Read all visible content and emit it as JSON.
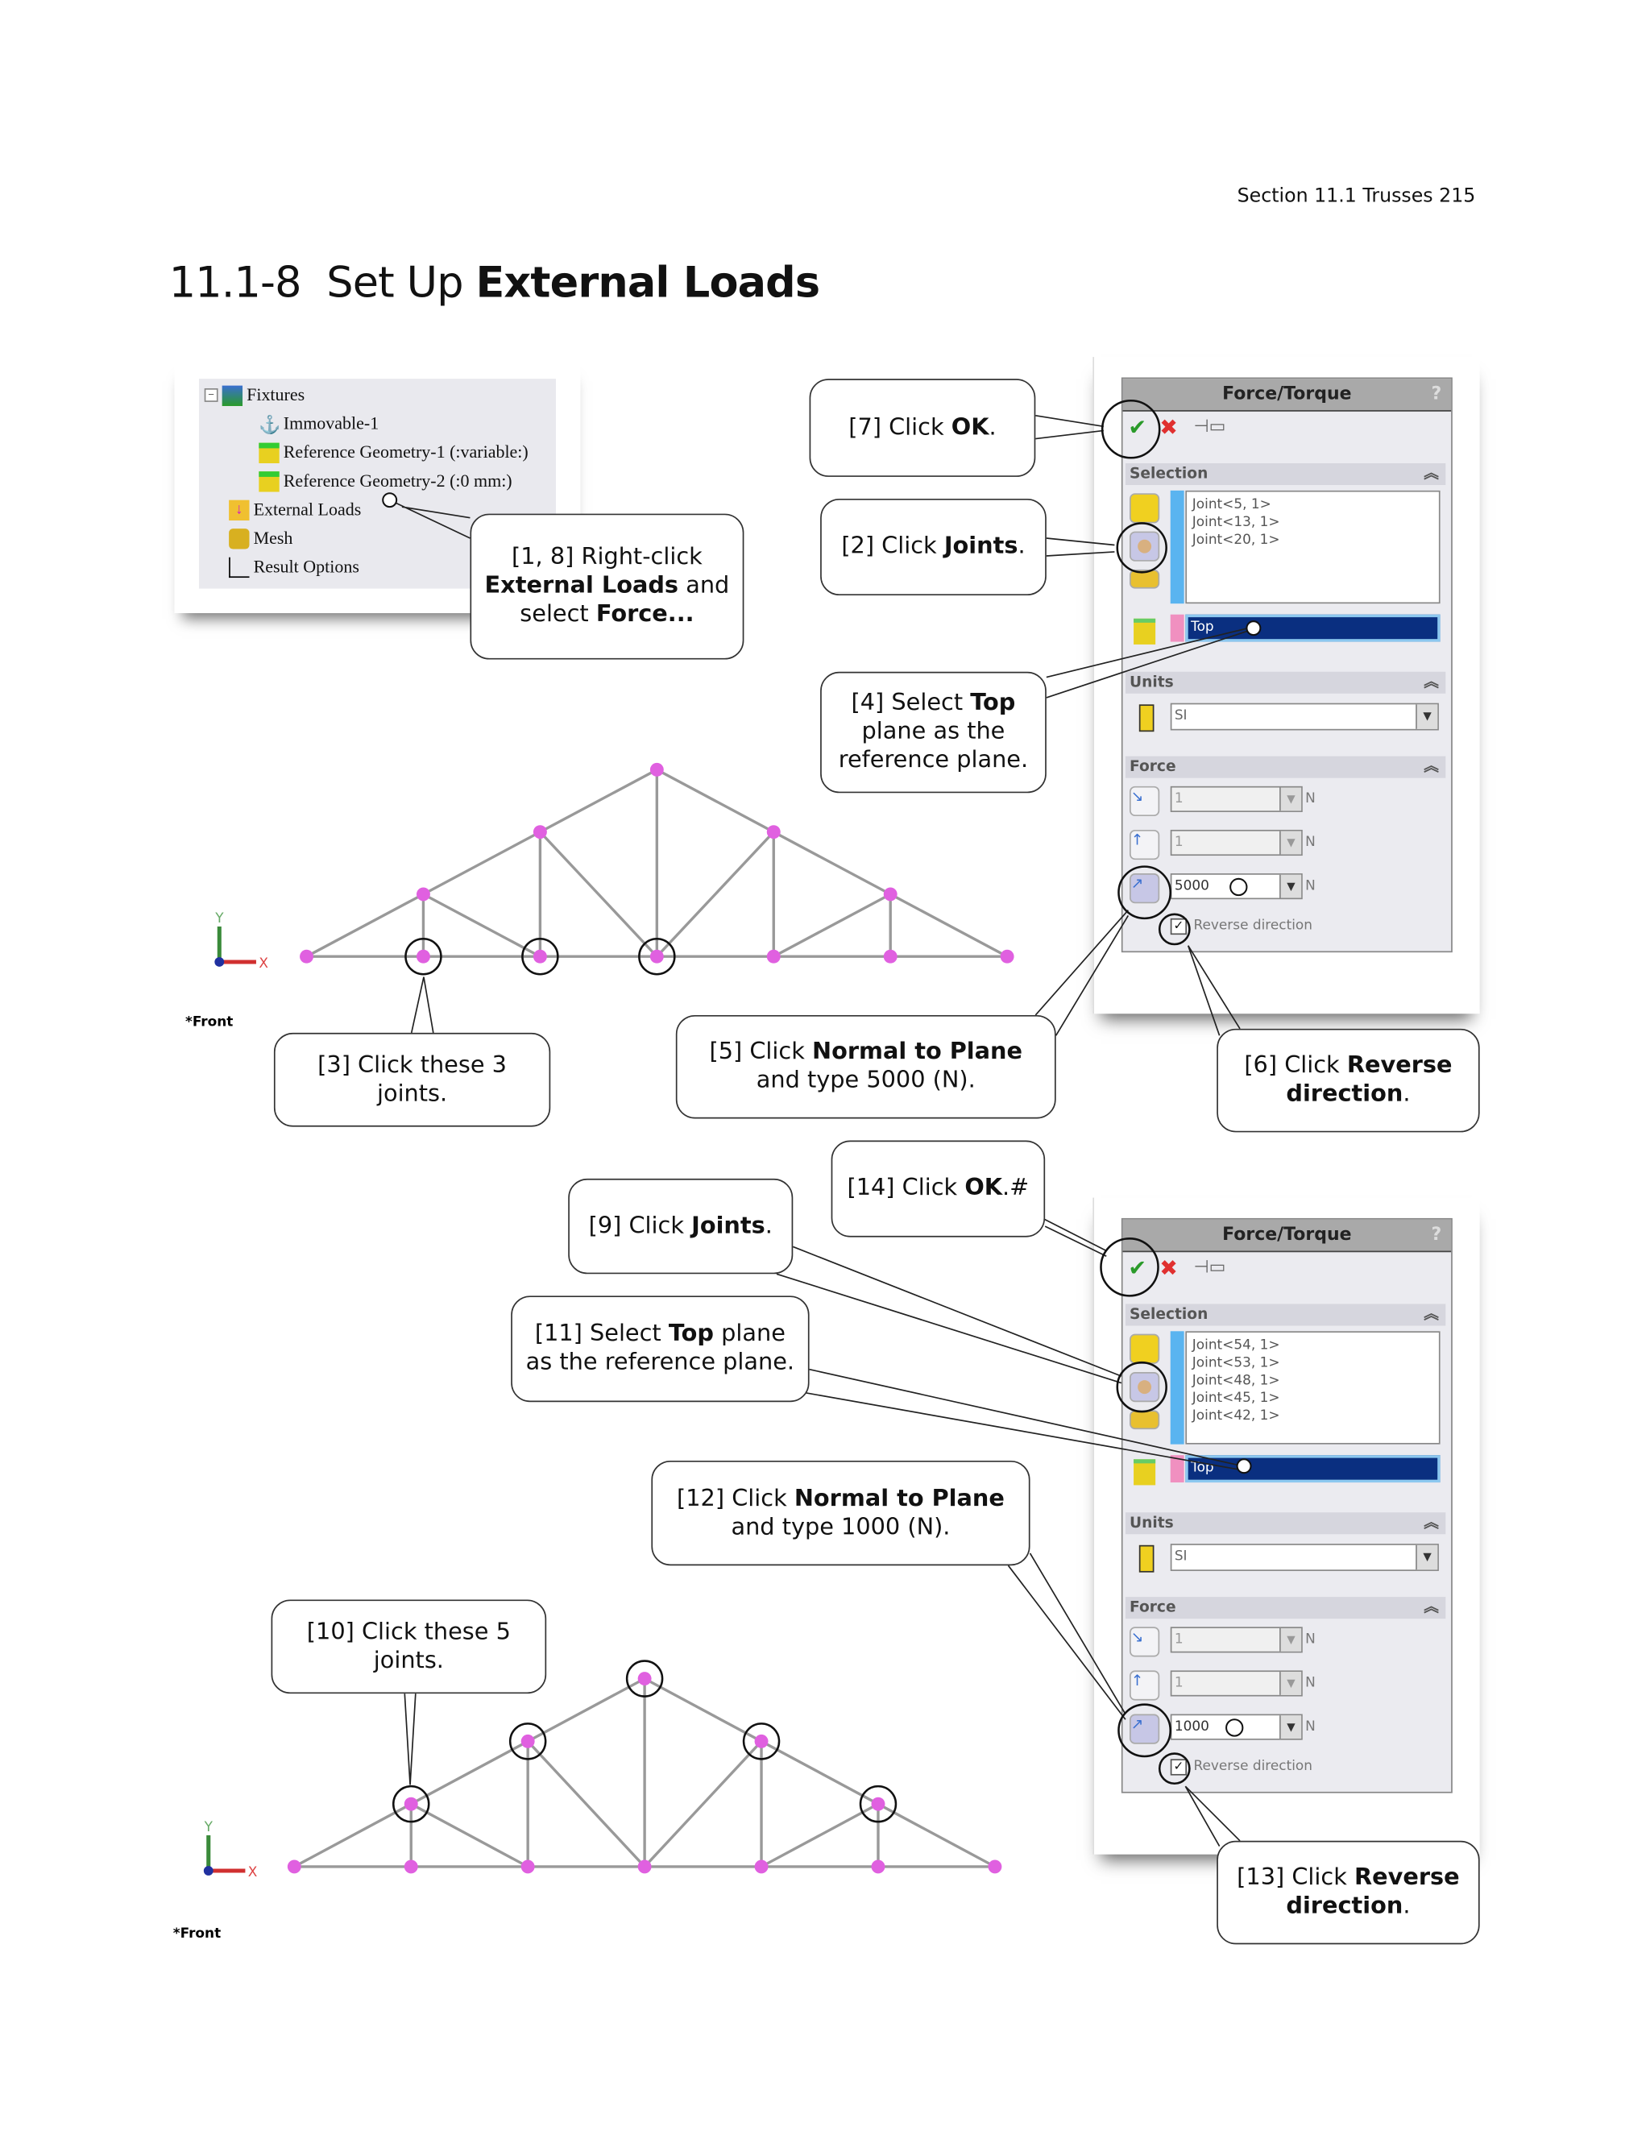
{
  "header": {
    "running_head": "Section 11.1  Trusses   215"
  },
  "section": {
    "number": "11.1-8",
    "title_plain": "Set Up ",
    "title_bold": "External Loads"
  },
  "tree": {
    "items": [
      "Fixtures",
      "Immovable-1",
      "Reference Geometry-1 (:variable:)",
      "Reference Geometry-2 (:0 mm:)",
      "External Loads",
      "Mesh",
      "Result Options"
    ]
  },
  "callouts": {
    "c1": {
      "l1": "[1, 8] Right-click",
      "l2b": "External Loads",
      "l2": " and",
      "l3": "select ",
      "l3b": "Force..."
    },
    "c7": {
      "pre": "[7] Click ",
      "b": "OK",
      "post": "."
    },
    "c2": {
      "pre": "[2] Click ",
      "b": "Joints",
      "post": "."
    },
    "c4": {
      "pre": "[4] Select ",
      "b": "Top",
      "post": "plane as the reference plane."
    },
    "c3": {
      "text": "[3] Click these 3 joints."
    },
    "c5": {
      "pre": "[5] Click ",
      "b": "Normal to Plane",
      "post": "and type 5000 (N)."
    },
    "c6": {
      "pre": "[6] Click ",
      "b": "Reverse direction",
      "post": "."
    },
    "c14": {
      "pre": "[14] Click ",
      "b": "OK",
      "post": ".#"
    },
    "c9": {
      "pre": "[9] Click ",
      "b": "Joints",
      "post": "."
    },
    "c11": {
      "pre": "[11] Select ",
      "b": "Top",
      "post": " plane as the reference plane."
    },
    "c12": {
      "pre": "[12] Click ",
      "b": "Normal to Plane",
      "post": "and type 1000 (N)."
    },
    "c10": {
      "text": "[10] Click these 5 joints."
    },
    "c13": {
      "pre": "[13] Click ",
      "b": "Reverse direction",
      "post": "."
    }
  },
  "panels": [
    {
      "title": "Force/Torque",
      "help": "?",
      "selection_label": "Selection",
      "joints": [
        "Joint<5, 1>",
        "Joint<13, 1>",
        "Joint<20, 1>"
      ],
      "plane": "Top",
      "units_label": "Units",
      "units": "SI",
      "force_label": "Force",
      "f1": "1",
      "f2": "1",
      "f3": "5000",
      "unit": "N",
      "reverse": "Reverse direction",
      "reverse_checked": true
    },
    {
      "title": "Force/Torque",
      "help": "?",
      "selection_label": "Selection",
      "joints": [
        "Joint<54, 1>",
        "Joint<53, 1>",
        "Joint<48, 1>",
        "Joint<45, 1>",
        "Joint<42, 1>"
      ],
      "plane": "Top",
      "units_label": "Units",
      "units": "SI",
      "force_label": "Force",
      "f1": "1",
      "f2": "1",
      "f3": "1000",
      "unit": "N",
      "reverse": "Reverse direction",
      "reverse_checked": true
    }
  ],
  "view": {
    "label": "*Front",
    "y_axis": "Y",
    "x_axis": "X"
  },
  "colors": {
    "joint": "#e060e0",
    "member": "#999999",
    "plane_highlight": "#0a2f80",
    "selection_bar": "#5ab4f0",
    "ok": "#2a9a2a",
    "cancel": "#e03030"
  }
}
